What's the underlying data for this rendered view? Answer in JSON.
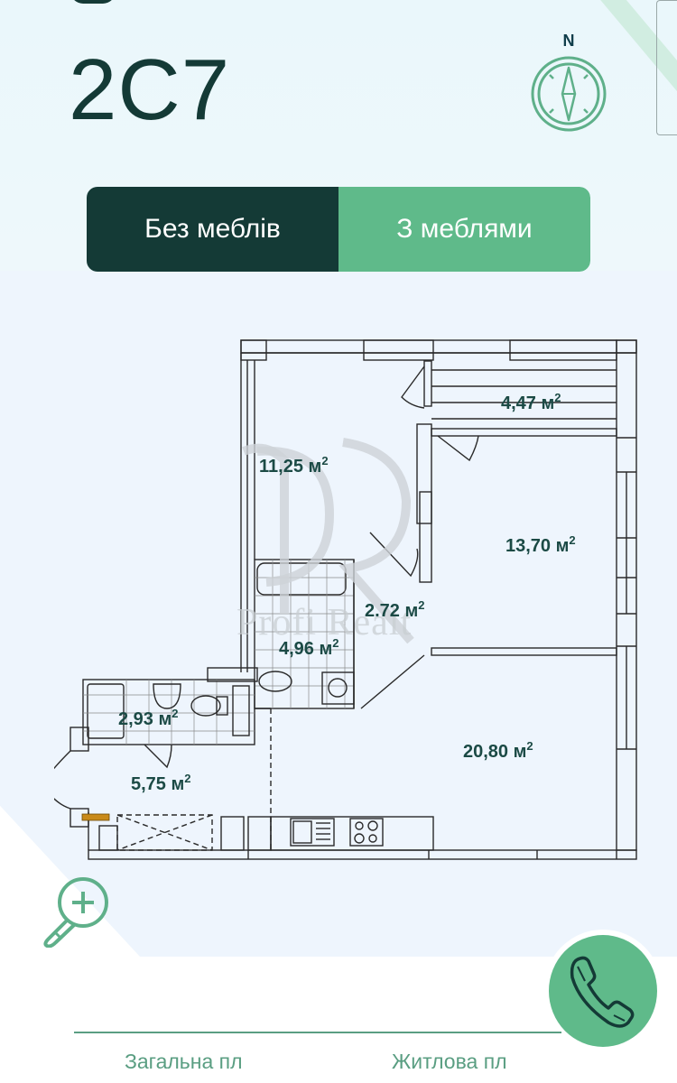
{
  "header": {
    "apartment_code": "2С7",
    "compass": {
      "direction_label": "N",
      "icon": "compass-icon"
    }
  },
  "toggle": {
    "options": [
      {
        "label": "Без меблів",
        "active": true
      },
      {
        "label": "З меблями",
        "active": false
      }
    ]
  },
  "floorplan": {
    "rooms": [
      {
        "name": "balcony",
        "area": "4,47",
        "unit": "м",
        "exp": "2"
      },
      {
        "name": "bedroom-1",
        "area": "11,25",
        "unit": "м",
        "exp": "2"
      },
      {
        "name": "bedroom-2",
        "area": "13,70",
        "unit": "м",
        "exp": "2"
      },
      {
        "name": "corridor",
        "area": "2.72",
        "unit": "м",
        "exp": "2"
      },
      {
        "name": "bathroom-1",
        "area": "4,96",
        "unit": "м",
        "exp": "2"
      },
      {
        "name": "bathroom-2",
        "area": "2,93",
        "unit": "м",
        "exp": "2"
      },
      {
        "name": "hallway",
        "area": "5,75",
        "unit": "м",
        "exp": "2"
      },
      {
        "name": "kitchen-living",
        "area": "20,80",
        "unit": "м",
        "exp": "2"
      }
    ],
    "watermark": "Profi Realt"
  },
  "actions": {
    "zoom_icon": "zoom-in-icon",
    "call_icon": "phone-icon"
  },
  "stats": {
    "total_area_label": "Загальна пл",
    "living_area_label": "Житлова пл"
  },
  "colors": {
    "dark_green": "#143a36",
    "accent_green": "#5fba8a",
    "text_green": "#5a9e82"
  }
}
